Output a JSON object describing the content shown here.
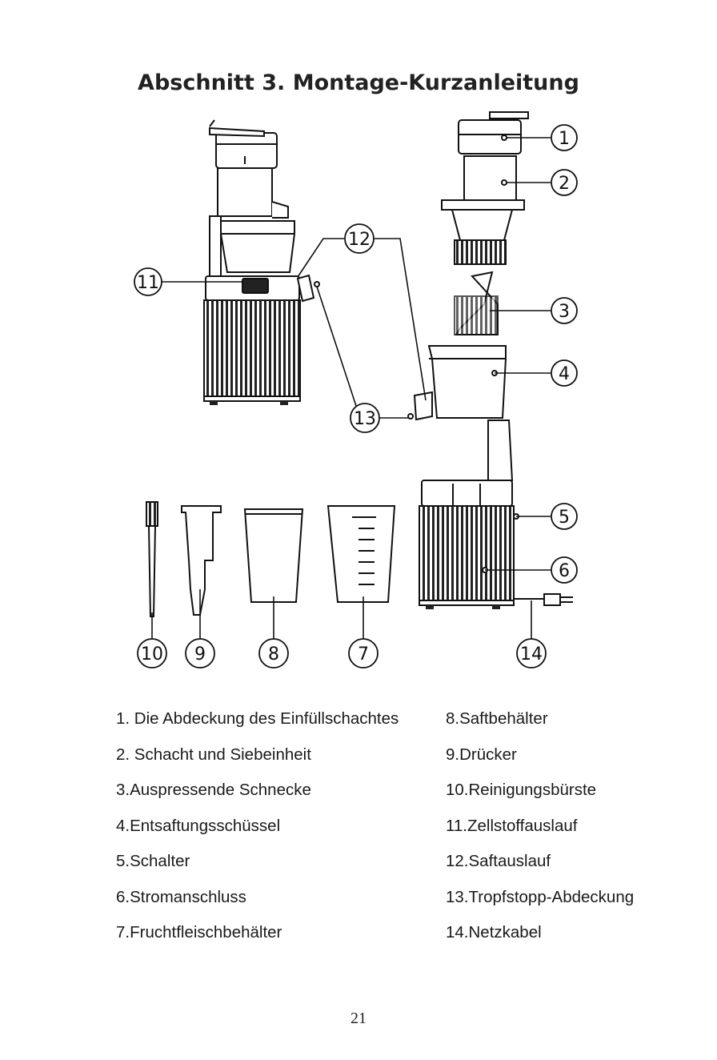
{
  "title": "Abschnitt 3. Montage-Kurzanleitung",
  "callouts": [
    "1",
    "2",
    "3",
    "4",
    "5",
    "6",
    "7",
    "8",
    "9",
    "10",
    "11",
    "12",
    "13",
    "14"
  ],
  "legend": {
    "left": [
      "1. Die Abdeckung des Einfüllschachtes",
      "2. Schacht und Siebeinheit",
      "3.Auspressende Schnecke",
      "4.Entsaftungsschüssel",
      "5.Schalter",
      "6.Stromanschluss",
      "7.Fruchtfleischbehälter"
    ],
    "right": [
      "8.Saftbehälter",
      "9.Drücker",
      "10.Reinigungsbürste",
      "11.Zellstoffauslauf",
      "12.Saftauslauf",
      "13.Tropfstopp-Abdeckung",
      "14.Netzkabel"
    ]
  },
  "page_number": "21"
}
